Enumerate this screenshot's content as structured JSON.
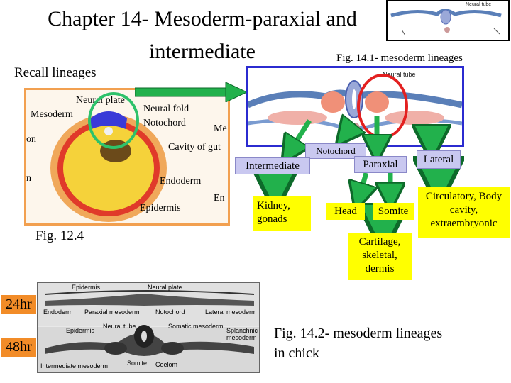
{
  "title": "Chapter 14- Mesoderm-paraxial and intermediate",
  "recall": "Recall lineages",
  "fig124": "Fig. 12.4",
  "fig141": "Fig. 14.1- mesoderm lineages",
  "fig142": "Fig. 14.2- mesoderm lineages in chick",
  "embryo_labels": {
    "neural_plate": "Neural plate",
    "mesoderm": "Mesoderm",
    "neural_fold": "Neural fold",
    "notochord": "Notochord",
    "cavity_of_gut": "Cavity of gut",
    "endoderm": "Endoderm",
    "epidermis": "Epidermis",
    "left_edge_1": "on",
    "left_edge_2": "n",
    "right_edge_1": "Me",
    "right_edge_2": "En"
  },
  "diagram": {
    "neural_tube": "Neural tube",
    "thumb_neural_tube": "Neural tube"
  },
  "lineage": {
    "notochord": "Notochord",
    "intermediate": "Intermediate",
    "paraxial": "Paraxial",
    "lateral": "Lateral",
    "kidney": "Kidney, gonads",
    "head": "Head",
    "somite": "Somite",
    "cartilage": "Cartilage, skeletal, dermis",
    "lateral_out": "Circulatory, Body cavity, extraembryonic"
  },
  "micro": {
    "epidermis": "Epidermis",
    "neural_plate": "Neural plate",
    "endoderm": "Endoderm",
    "paraxial_mesoderm": "Paraxial mesoderm",
    "notochord": "Notochord",
    "lateral_mesoderm": "Lateral mesoderm",
    "epidermis2": "Epidermis",
    "neural_tube": "Neural tube",
    "somatic_mesoderm": "Somatic mesoderm",
    "splanchnic_mesoderm": "Splanchnic mesoderm",
    "intermediate_mesoderm": "Intermediate mesoderm",
    "somite": "Somite",
    "coelom": "Coelom"
  },
  "tags": {
    "t24": "24hr",
    "t48": "48hr"
  },
  "colors": {
    "green_arrow": "#22b14c",
    "lavender": "#c9c8f0",
    "yellow": "#ffff00",
    "orange": "#f28c28",
    "red_circle": "#e32020",
    "green_circle": "#2ec26b"
  }
}
